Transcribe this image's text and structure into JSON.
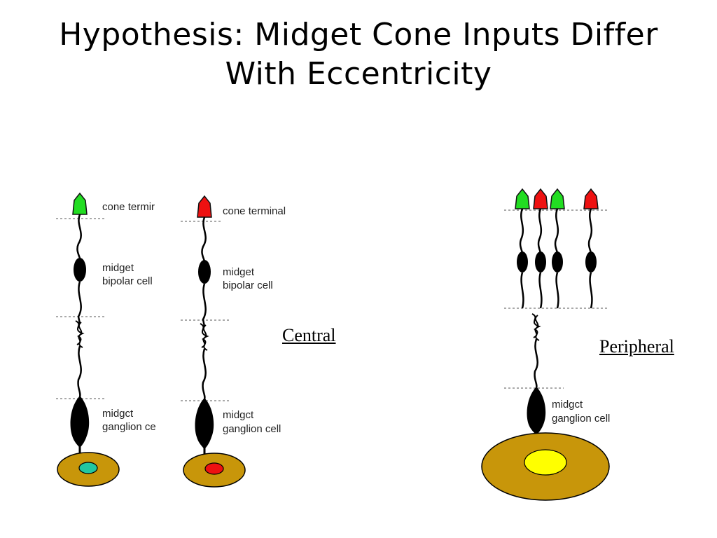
{
  "slide": {
    "title_line1": "Hypothesis: Midget Cone Inputs Differ",
    "title_line2": "With Eccentricity"
  },
  "central": {
    "label": "Central",
    "columns": [
      {
        "cone_color": "#22dd22",
        "rf_center_color": "#22c7a0",
        "labels": {
          "cone": "cone termir",
          "bipolar_1": "midget",
          "bipolar_2": "bipolar cell",
          "ganglion_1": "midgct",
          "ganglion_2": "ganglion ce"
        }
      },
      {
        "cone_color": "#ee1111",
        "rf_center_color": "#ee1111",
        "labels": {
          "cone": "cone terminal",
          "bipolar_1": "midget",
          "bipolar_2": "bipolar cell",
          "ganglion_1": "midgct",
          "ganglion_2": "ganglion cell"
        }
      }
    ]
  },
  "peripheral": {
    "label": "Peripheral",
    "cones": [
      {
        "color": "#22dd22"
      },
      {
        "color": "#ee1111"
      },
      {
        "color": "#22dd22"
      },
      {
        "color": "#ee1111"
      }
    ],
    "rf_center_color": "#ffff00",
    "labels": {
      "ganglion_1": "midgct",
      "ganglion_2": "ganglion cell"
    }
  },
  "colors": {
    "rf_surround": "#c8960a",
    "cell_body": "#000000"
  }
}
